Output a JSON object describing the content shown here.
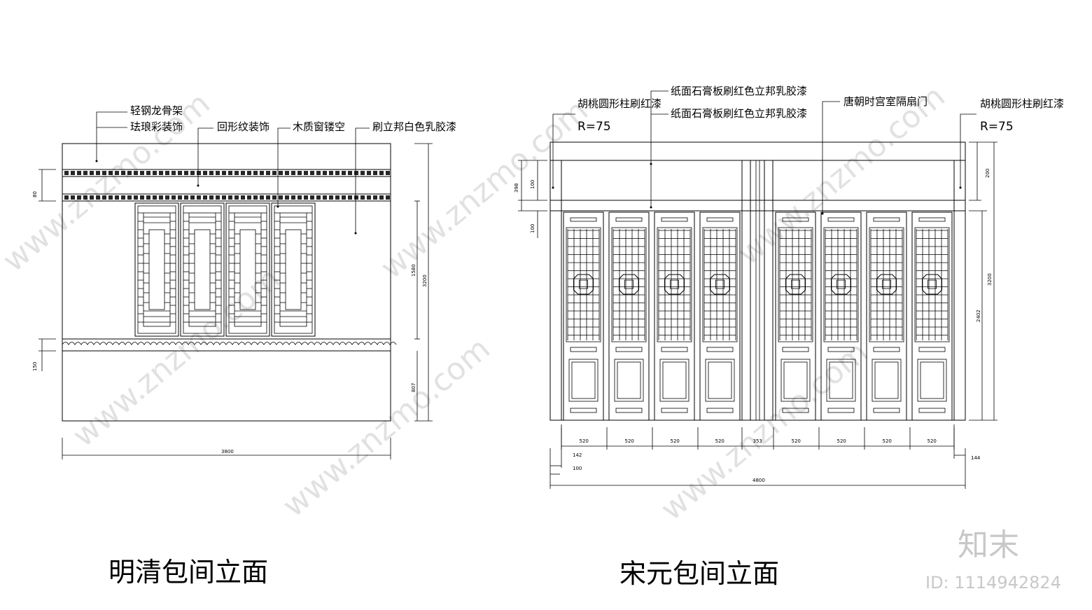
{
  "left_elevation": {
    "title": "明清包间立面",
    "labels": {
      "keel": "轻钢龙骨架",
      "enamel": "珐琅彩装饰",
      "fret": "回形纹装饰",
      "window": "木质窗镂空",
      "paint": "刷立邦白色乳胶漆"
    },
    "dims": {
      "width": "3800",
      "h_top": "80",
      "h_panel": "1580",
      "h_total": "3200",
      "h_base_band": "150",
      "h_base": "807"
    }
  },
  "right_elevation": {
    "title": "宋元包间立面",
    "labels": {
      "column_left": "胡桃圆形柱刷红漆",
      "column_right": "胡桃圆形柱刷红漆",
      "radius_left": "R=75",
      "radius_right": "R=75",
      "gypsum_1": "纸面石膏板刷红色立邦乳胶漆",
      "gypsum_2": "纸面石膏板刷红色立邦乳胶漆",
      "door": "唐朝时宫室隔扇门"
    },
    "dims": {
      "bays": [
        "520",
        "520",
        "520",
        "520",
        "353",
        "520",
        "520",
        "520",
        "520"
      ],
      "left_offset": "142",
      "left_offset_2": "100",
      "right_offset": "144",
      "width": "4800",
      "h_head": "398",
      "h_head_inner": "100",
      "h_gap": "100",
      "h_head_right": "200",
      "h_total": "3200",
      "h_door": "2402"
    }
  },
  "watermark": {
    "brand": "知末",
    "id": "ID: 1114942824",
    "site": "www.znzmo.com"
  }
}
